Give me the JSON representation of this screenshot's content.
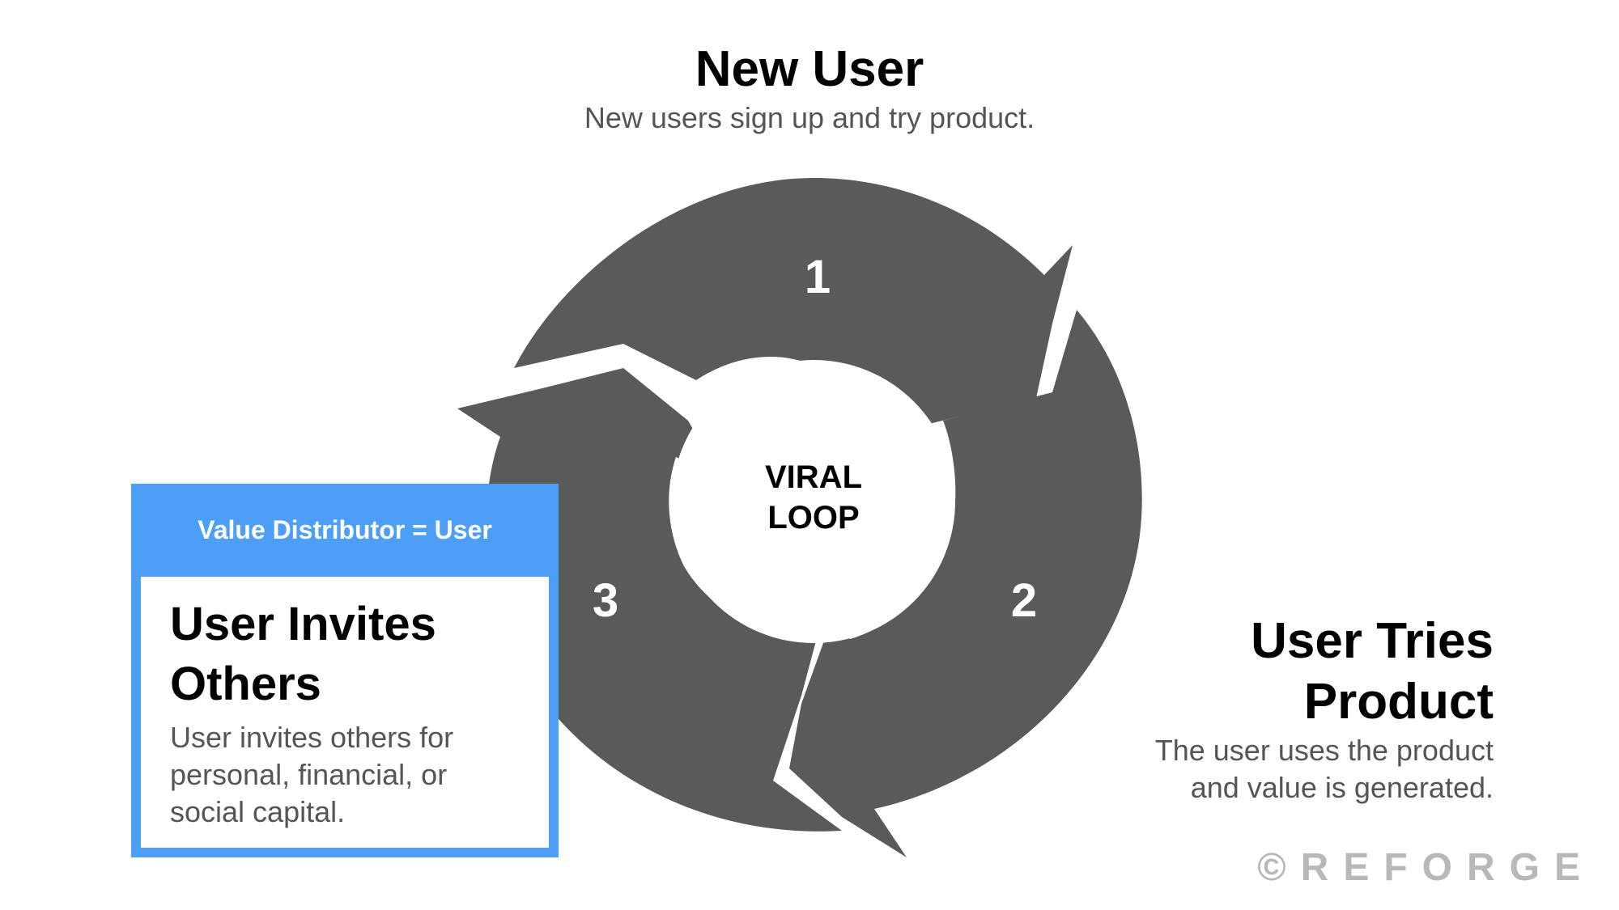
{
  "diagram": {
    "center_label_line1": "VIRAL",
    "center_label_line2": "LOOP",
    "steps": [
      {
        "number": "1",
        "title": "New User",
        "description": "New users sign up and try product."
      },
      {
        "number": "2",
        "title_line1": "User Tries",
        "title_line2": "Product",
        "description_line1": "The user uses the product",
        "description_line2": "and value is generated."
      },
      {
        "number": "3",
        "title_line1": "User Invites",
        "title_line2": "Others",
        "description_line1": "User invites others for",
        "description_line2": "personal, financial, or",
        "description_line3": "social capital."
      }
    ],
    "highlight_header": "Value Distributor = User",
    "watermark": "©REFORGE"
  },
  "colors": {
    "loop_fill": "#5a5a5a",
    "highlight": "#4d9ff5",
    "text_dark": "#000000",
    "text_muted": "#555555",
    "watermark": "#b8b8b8"
  }
}
